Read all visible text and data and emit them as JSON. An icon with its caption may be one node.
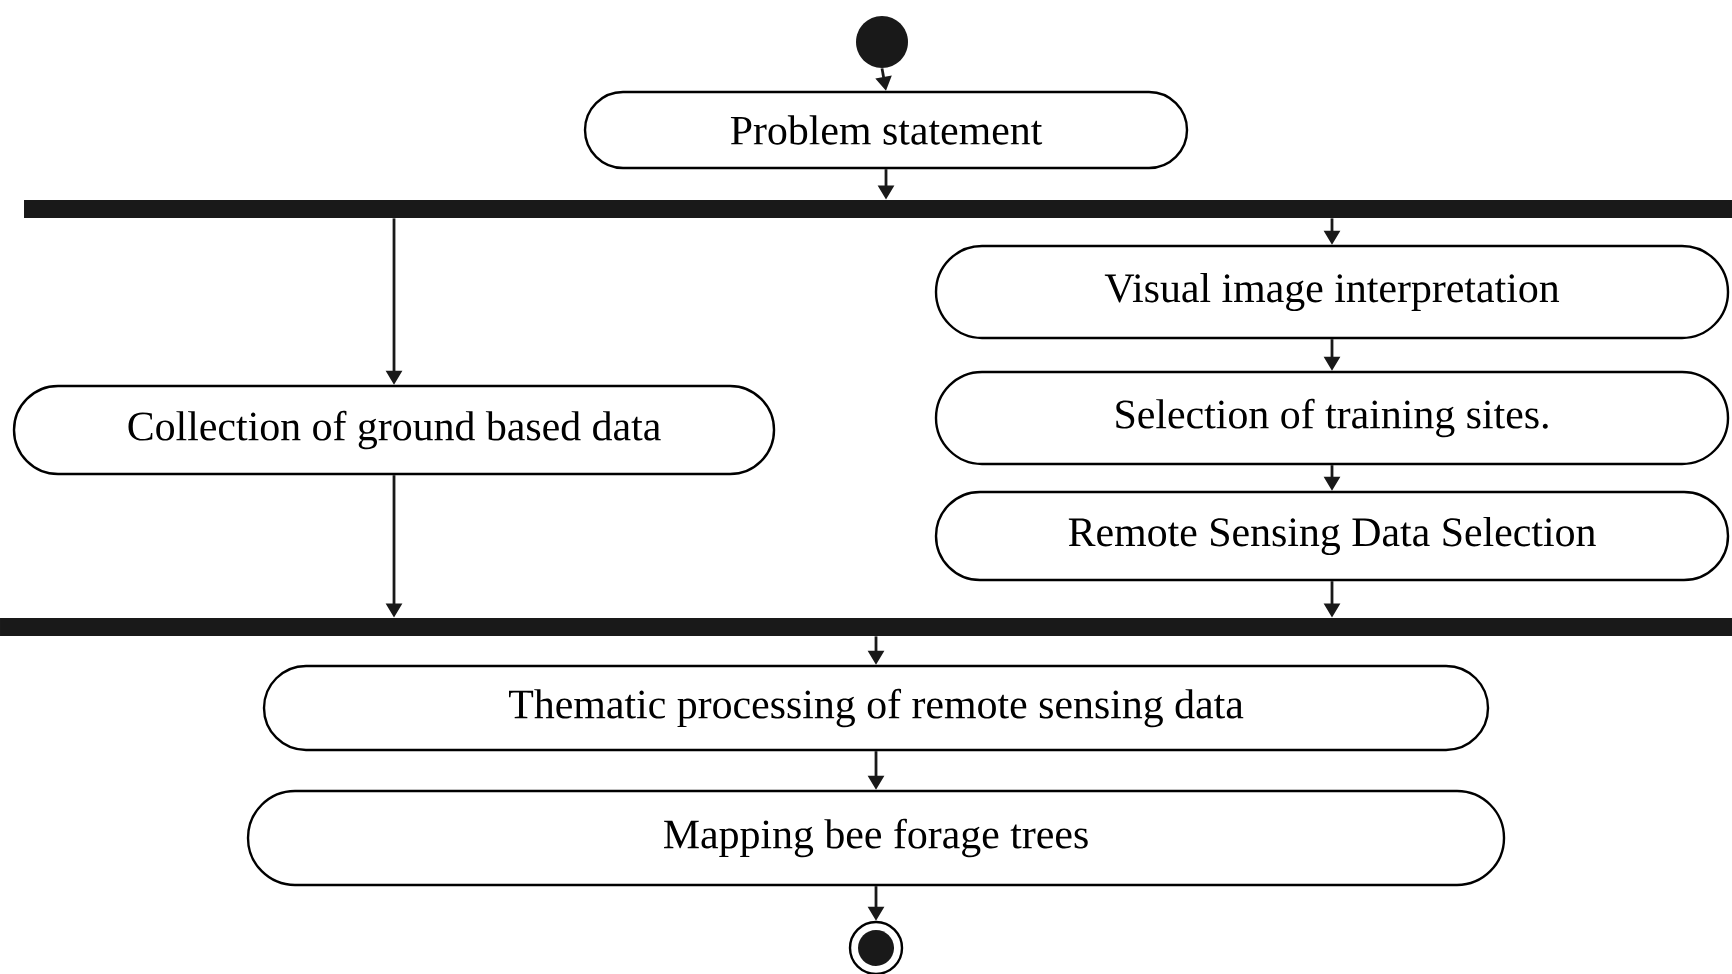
{
  "diagram": {
    "nodes": [
      {
        "text": [],
        "shape": "circle"
      },
      {
        "text": [
          "Problem statement"
        ]
      },
      {
        "text": [],
        "shape": "bar"
      },
      {
        "text": [
          "Collection of ground based data"
        ]
      },
      {
        "text": [
          "Visual image interpretation"
        ]
      },
      {
        "text": [
          "Selection of training sites."
        ]
      },
      {
        "text": [
          "Remote Sensing Data Selection"
        ]
      },
      {
        "text": [],
        "shape": "bar"
      },
      {
        "text": [
          "Thematic processing of remote sensing data"
        ]
      },
      {
        "text": [
          "Mapping bee forage trees"
        ]
      },
      {
        "text": [],
        "shape": "circle"
      }
    ],
    "edges": [
      {
        "from": 0,
        "to": 1,
        "arrow": "to"
      },
      {
        "from": 1,
        "to": 2,
        "arrow": "to"
      },
      {
        "from": 2,
        "to": 3,
        "arrow": "to"
      },
      {
        "from": 2,
        "to": 4,
        "arrow": "to"
      },
      {
        "from": 4,
        "to": 5,
        "arrow": "to"
      },
      {
        "from": 5,
        "to": 6,
        "arrow": "to"
      },
      {
        "from": 3,
        "to": 7,
        "arrow": "to"
      },
      {
        "from": 6,
        "to": 7,
        "arrow": "to"
      },
      {
        "from": 7,
        "to": 8,
        "arrow": "to"
      },
      {
        "from": 8,
        "to": 9,
        "arrow": "to"
      },
      {
        "from": 9,
        "to": 10,
        "arrow": "to"
      }
    ]
  }
}
